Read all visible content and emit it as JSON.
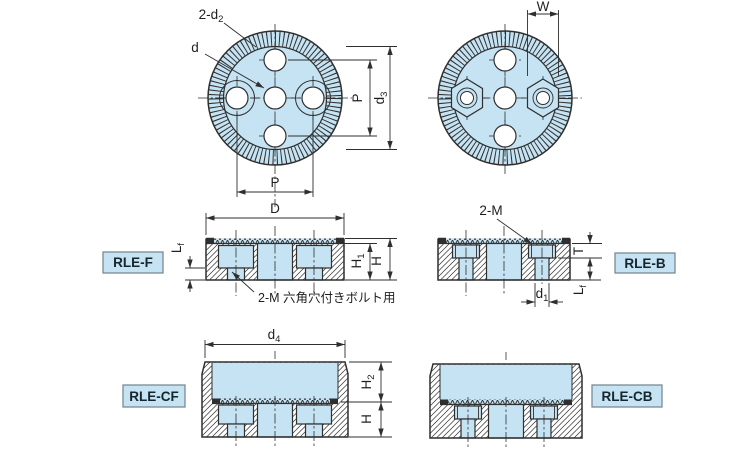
{
  "colors": {
    "fill": "#c5e3f2",
    "line": "#2f2f2f",
    "text": "#1f1f1f",
    "badge": "#c5e3f2",
    "bborder": "#7b8a94"
  },
  "front_view_f": {
    "label_2d2": {
      "m": "2-d",
      "s": "2"
    },
    "label_d": "d",
    "dim_p_right": "P",
    "dim_d3": {
      "m": "d",
      "s": "3"
    },
    "dim_p_bottom": "P"
  },
  "front_view_b": {
    "dim_w": "W"
  },
  "section_f": {
    "badge": "RLE-F",
    "dim_d": "D",
    "dim_lf": {
      "m": "L",
      "s": "f"
    },
    "dim_h1": {
      "m": "H",
      "s": "1"
    },
    "dim_h": "H",
    "note": "2-M 六角穴付きボルト用"
  },
  "section_b": {
    "badge": "RLE-B",
    "label_2m": "2-M",
    "dim_t": "T",
    "dim_lf": {
      "m": "L",
      "s": "f"
    },
    "dim_d1": {
      "m": "d",
      "s": "1"
    }
  },
  "section_cf": {
    "badge": "RLE-CF",
    "dim_d4": {
      "m": "d",
      "s": "4"
    },
    "dim_h2": {
      "m": "H",
      "s": "2"
    },
    "dim_h": "H"
  },
  "section_cb": {
    "badge": "RLE-CB"
  }
}
